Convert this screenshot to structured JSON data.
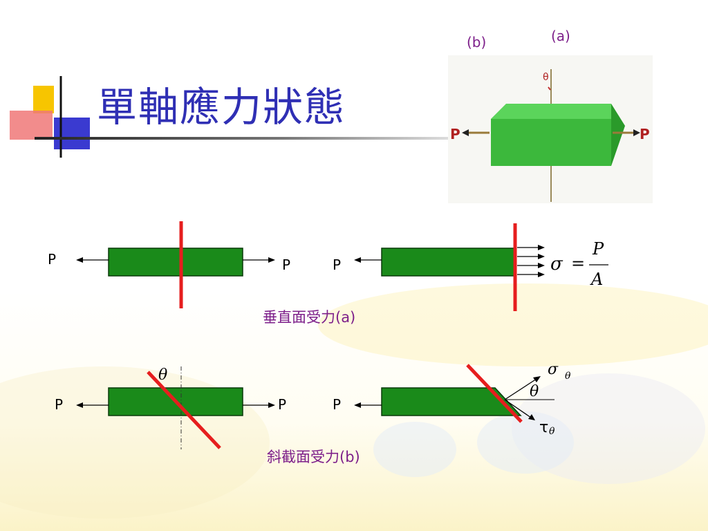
{
  "title": "單軸應力狀態",
  "top_figure": {
    "label_a": "(a)",
    "label_b": "(b)",
    "theta": "θ",
    "force_left": "P",
    "force_right": "P"
  },
  "section_a": {
    "caption_cjk": "垂直面受力",
    "caption_tag": "(a)",
    "left_force": "P",
    "right_force": "P",
    "cut_force": "P",
    "formula": {
      "lhs": "σ",
      "eq": "=",
      "numerator": "P",
      "denominator": "A"
    }
  },
  "section_b": {
    "caption_cjk": "斜截面受力",
    "caption_tag": "(b)",
    "left_force": "P",
    "right_force": "P",
    "cut_force": "P",
    "angle": "θ",
    "angle_at_cut": "θ",
    "normal_stress": "σ",
    "normal_sub": "θ",
    "shear_stress": "τ",
    "shear_sub": "θ"
  },
  "colors": {
    "title": "#2f2fb4",
    "bar_green": "#1a8a1a",
    "cut_red": "#e61e1e",
    "caption_purple": "#7d1f8a",
    "block_green": "#3cb83c"
  }
}
